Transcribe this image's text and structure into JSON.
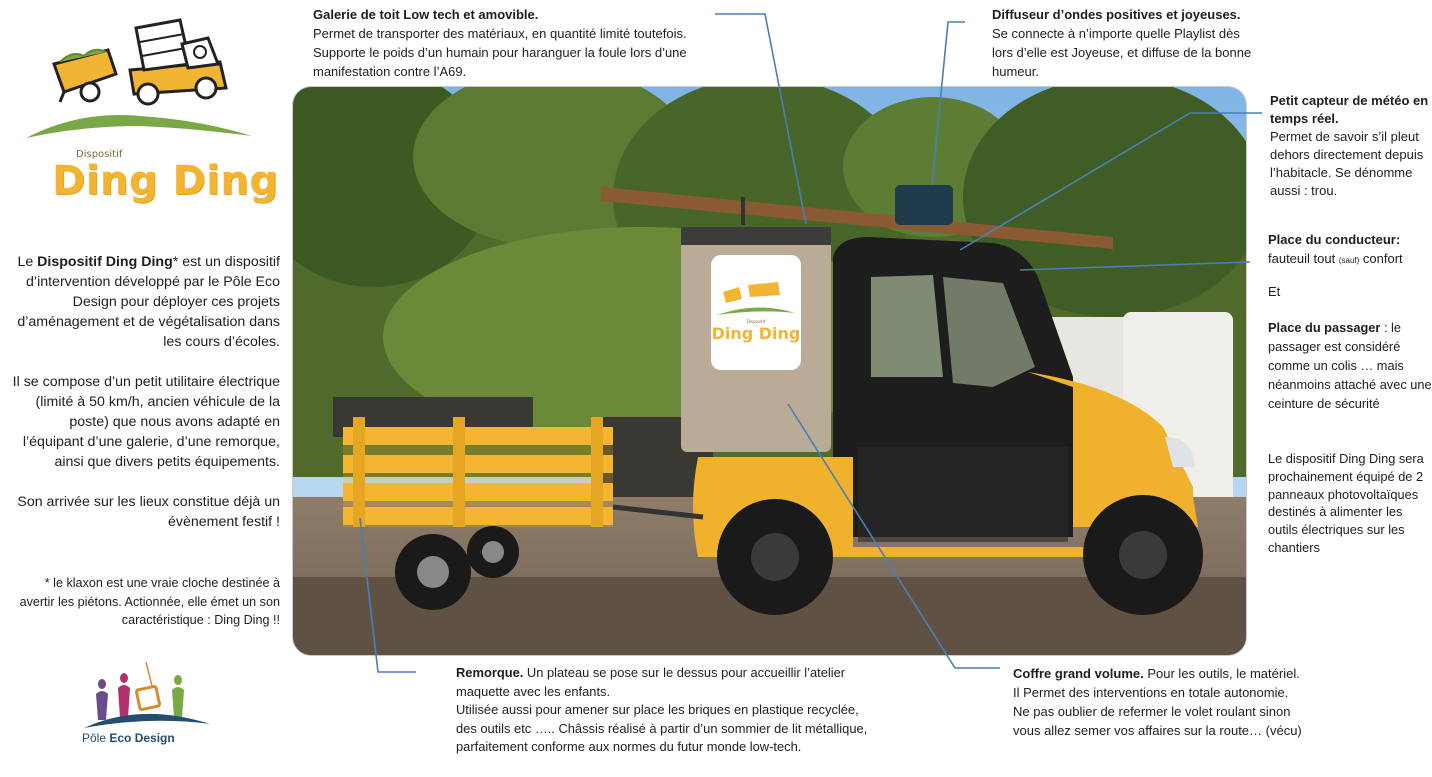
{
  "brand": {
    "dispositif_label": "Dispositif",
    "title": "Ding Ding",
    "box_dispositif_label": "Dispositif",
    "box_title": "Ding Ding",
    "pole_name_prefix": "Pôle ",
    "pole_name_bold": "Eco Design"
  },
  "intro": {
    "p1_prefix": "Le ",
    "p1_bold": "Dispositif Ding Ding",
    "p1_rest": "* est un dispositif d’intervention développé par le Pôle Eco Design pour déployer ces projets d’aménagement et de végétalisation dans les cours d’écoles.",
    "p2": "Il se compose d’un petit utilitaire électrique (limité à 50 km/h, ancien véhicule de la poste) que nous avons adapté en l’équipant d’une galerie, d’une remorque, ainsi que divers petits équipements.",
    "p3": "Son arrivée sur les lieux constitue déjà un évènement festif !",
    "note": "* le klaxon est une vraie cloche destinée à avertir les piétons. Actionnée, elle émet un son caractéristique : Ding Ding  !!"
  },
  "callouts": {
    "galerie": {
      "title": "Galerie de toit Low tech et amovible.",
      "text": "Permet de transporter des matériaux, en quantité limité toutefois. Supporte le poids d’un humain pour haranguer la foule lors d’une manifestation contre l’A69."
    },
    "diffuseur": {
      "title": "Diffuseur d’ondes positives et joyeuses.",
      "text": "Se connecte à n’importe quelle Playlist dès lors d’elle est Joyeuse, et diffuse de la bonne humeur."
    },
    "capteur": {
      "title": "Petit capteur de météo en temps réel.",
      "text": "Permet de savoir s’il pleut dehors directement depuis l’habitacle. Se dénomme aussi : trou."
    },
    "conducteur": {
      "title": "Place du conducteur:",
      "text_a": "fauteuil tout ",
      "text_small": "(sauf)",
      "text_b": " confort"
    },
    "et": "Et",
    "passager": {
      "title": "Place du passager",
      "text": " : le passager est considéré comme un colis … mais néanmoins attaché avec une ceinture de sécurité"
    },
    "panneaux": "Le dispositif Ding Ding sera prochainement équipé de 2 panneaux photovoltaïques destinés à alimenter les outils électriques sur les chantiers",
    "remorque": {
      "title": "Remorque.",
      "text1": " Un plateau se pose sur le dessus  pour accueillir l’atelier maquette avec les enfants.",
      "text2": "Utilisée aussi pour amener sur place les briques en plastique recyclée, des outils  etc ….. Châssis réalisé à partir d’un sommier de lit métallique, parfaitement conforme aux normes du futur monde low-tech."
    },
    "coffre": {
      "title": "Coffre grand volume.",
      "text": "  Pour les outils, le matériel. Il  Permet des interventions  en totale autonomie. Ne pas oublier de refermer le volet roulant sinon vous allez semer vos affaires sur la route… (vécu)"
    }
  },
  "colors": {
    "line": "#4a7fb5",
    "vehicle_yellow": "#f0b22c",
    "brand_orange": "#f2b533",
    "logo_green": "#7aa846",
    "pole_blue": "#244d6e"
  }
}
